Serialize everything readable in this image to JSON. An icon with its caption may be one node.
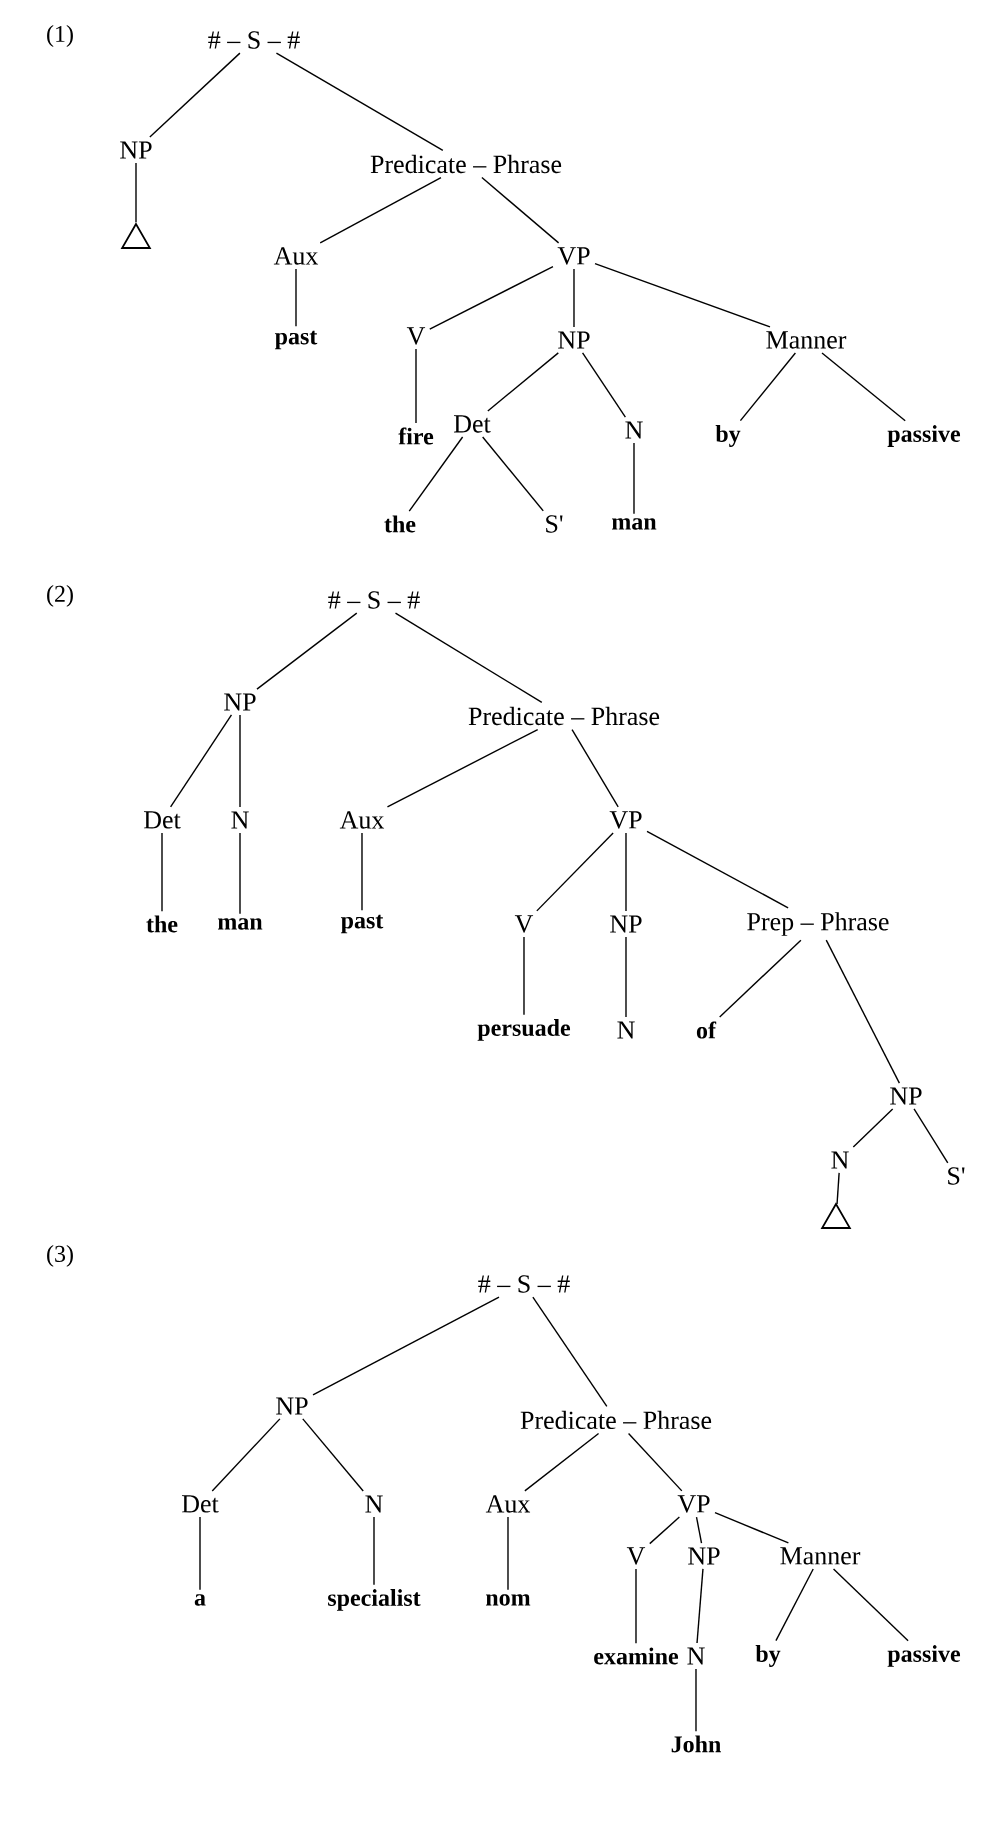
{
  "diagram": {
    "nodes": [
      {
        "text": [
          "# – S – #"
        ]
      },
      {
        "text": [
          "NP"
        ]
      },
      {
        "text": [],
        "shape": "triangle"
      },
      {
        "text": [
          "Predicate – Phrase"
        ]
      },
      {
        "text": [
          "Aux"
        ]
      },
      {
        "text": [
          "past"
        ]
      },
      {
        "text": [
          "VP"
        ]
      },
      {
        "text": [
          "V"
        ]
      },
      {
        "text": [
          "fire"
        ]
      },
      {
        "text": [
          "NP"
        ]
      },
      {
        "text": [
          "Det"
        ]
      },
      {
        "text": [
          "the"
        ]
      },
      {
        "text": [
          "S'"
        ]
      },
      {
        "text": [
          "N"
        ]
      },
      {
        "text": [
          "man"
        ]
      },
      {
        "text": [
          "Manner"
        ]
      },
      {
        "text": [
          "by"
        ]
      },
      {
        "text": [
          "passive"
        ]
      },
      {
        "text": [
          "# – S – #"
        ]
      },
      {
        "text": [
          "NP"
        ]
      },
      {
        "text": [
          "Det"
        ]
      },
      {
        "text": [
          "the"
        ]
      },
      {
        "text": [
          "N"
        ]
      },
      {
        "text": [
          "man"
        ]
      },
      {
        "text": [
          "Predicate – Phrase"
        ]
      },
      {
        "text": [
          "Aux"
        ]
      },
      {
        "text": [
          "past"
        ]
      },
      {
        "text": [
          "VP"
        ]
      },
      {
        "text": [
          "V"
        ]
      },
      {
        "text": [
          "persuade"
        ]
      },
      {
        "text": [
          "NP"
        ]
      },
      {
        "text": [
          "N"
        ]
      },
      {
        "text": [
          "Prep – Phrase"
        ]
      },
      {
        "text": [
          "of"
        ]
      },
      {
        "text": [
          "NP"
        ]
      },
      {
        "text": [
          "N"
        ]
      },
      {
        "text": [],
        "shape": "triangle"
      },
      {
        "text": [
          "S'"
        ]
      },
      {
        "text": [
          "# – S – #"
        ]
      },
      {
        "text": [
          "NP"
        ]
      },
      {
        "text": [
          "Det"
        ]
      },
      {
        "text": [
          "a"
        ]
      },
      {
        "text": [
          "N"
        ]
      },
      {
        "text": [
          "specialist"
        ]
      },
      {
        "text": [
          "Predicate – Phrase"
        ]
      },
      {
        "text": [
          "Aux"
        ]
      },
      {
        "text": [
          "nom"
        ]
      },
      {
        "text": [
          "VP"
        ]
      },
      {
        "text": [
          "V"
        ]
      },
      {
        "text": [
          "examine"
        ]
      },
      {
        "text": [
          "NP"
        ]
      },
      {
        "text": [
          "N"
        ]
      },
      {
        "text": [
          "John"
        ]
      },
      {
        "text": [
          "Manner"
        ]
      },
      {
        "text": [
          "by"
        ]
      },
      {
        "text": [
          "passive"
        ]
      }
    ],
    "edges": [
      {
        "from": 0,
        "to": 1,
        "arrow": "none"
      },
      {
        "from": 1,
        "to": 2,
        "arrow": "none"
      },
      {
        "from": 0,
        "to": 3,
        "arrow": "none"
      },
      {
        "from": 3,
        "to": 4,
        "arrow": "none"
      },
      {
        "from": 4,
        "to": 5,
        "arrow": "none"
      },
      {
        "from": 3,
        "to": 6,
        "arrow": "none"
      },
      {
        "from": 6,
        "to": 7,
        "arrow": "none"
      },
      {
        "from": 7,
        "to": 8,
        "arrow": "none"
      },
      {
        "from": 6,
        "to": 9,
        "arrow": "none"
      },
      {
        "from": 9,
        "to": 10,
        "arrow": "none"
      },
      {
        "from": 10,
        "to": 11,
        "arrow": "none"
      },
      {
        "from": 10,
        "to": 12,
        "arrow": "none"
      },
      {
        "from": 9,
        "to": 13,
        "arrow": "none"
      },
      {
        "from": 13,
        "to": 14,
        "arrow": "none"
      },
      {
        "from": 6,
        "to": 15,
        "arrow": "none"
      },
      {
        "from": 15,
        "to": 16,
        "arrow": "none"
      },
      {
        "from": 15,
        "to": 17,
        "arrow": "none"
      },
      {
        "from": 18,
        "to": 19,
        "arrow": "none"
      },
      {
        "from": 19,
        "to": 20,
        "arrow": "none"
      },
      {
        "from": 20,
        "to": 21,
        "arrow": "none"
      },
      {
        "from": 19,
        "to": 22,
        "arrow": "none"
      },
      {
        "from": 22,
        "to": 23,
        "arrow": "none"
      },
      {
        "from": 18,
        "to": 24,
        "arrow": "none"
      },
      {
        "from": 24,
        "to": 25,
        "arrow": "none"
      },
      {
        "from": 25,
        "to": 26,
        "arrow": "none"
      },
      {
        "from": 24,
        "to": 27,
        "arrow": "none"
      },
      {
        "from": 27,
        "to": 28,
        "arrow": "none"
      },
      {
        "from": 28,
        "to": 29,
        "arrow": "none"
      },
      {
        "from": 27,
        "to": 30,
        "arrow": "none"
      },
      {
        "from": 30,
        "to": 31,
        "arrow": "none"
      },
      {
        "from": 27,
        "to": 32,
        "arrow": "none"
      },
      {
        "from": 32,
        "to": 33,
        "arrow": "none"
      },
      {
        "from": 32,
        "to": 34,
        "arrow": "none"
      },
      {
        "from": 34,
        "to": 35,
        "arrow": "none"
      },
      {
        "from": 35,
        "to": 36,
        "arrow": "none"
      },
      {
        "from": 34,
        "to": 37,
        "arrow": "none"
      },
      {
        "from": 38,
        "to": 39,
        "arrow": "none"
      },
      {
        "from": 39,
        "to": 40,
        "arrow": "none"
      },
      {
        "from": 40,
        "to": 41,
        "arrow": "none"
      },
      {
        "from": 39,
        "to": 42,
        "arrow": "none"
      },
      {
        "from": 42,
        "to": 43,
        "arrow": "none"
      },
      {
        "from": 38,
        "to": 44,
        "arrow": "none"
      },
      {
        "from": 44,
        "to": 45,
        "arrow": "none"
      },
      {
        "from": 45,
        "to": 46,
        "arrow": "none"
      },
      {
        "from": 44,
        "to": 47,
        "arrow": "none"
      },
      {
        "from": 47,
        "to": 48,
        "arrow": "none"
      },
      {
        "from": 48,
        "to": 49,
        "arrow": "none"
      },
      {
        "from": 47,
        "to": 50,
        "arrow": "none"
      },
      {
        "from": 50,
        "to": 51,
        "arrow": "none"
      },
      {
        "from": 51,
        "to": 52,
        "arrow": "none"
      },
      {
        "from": 47,
        "to": 53,
        "arrow": "none"
      },
      {
        "from": 53,
        "to": 54,
        "arrow": "none"
      },
      {
        "from": 53,
        "to": 55,
        "arrow": "none"
      }
    ],
    "labels": [
      "(1)",
      "(2)",
      "(3)"
    ]
  }
}
